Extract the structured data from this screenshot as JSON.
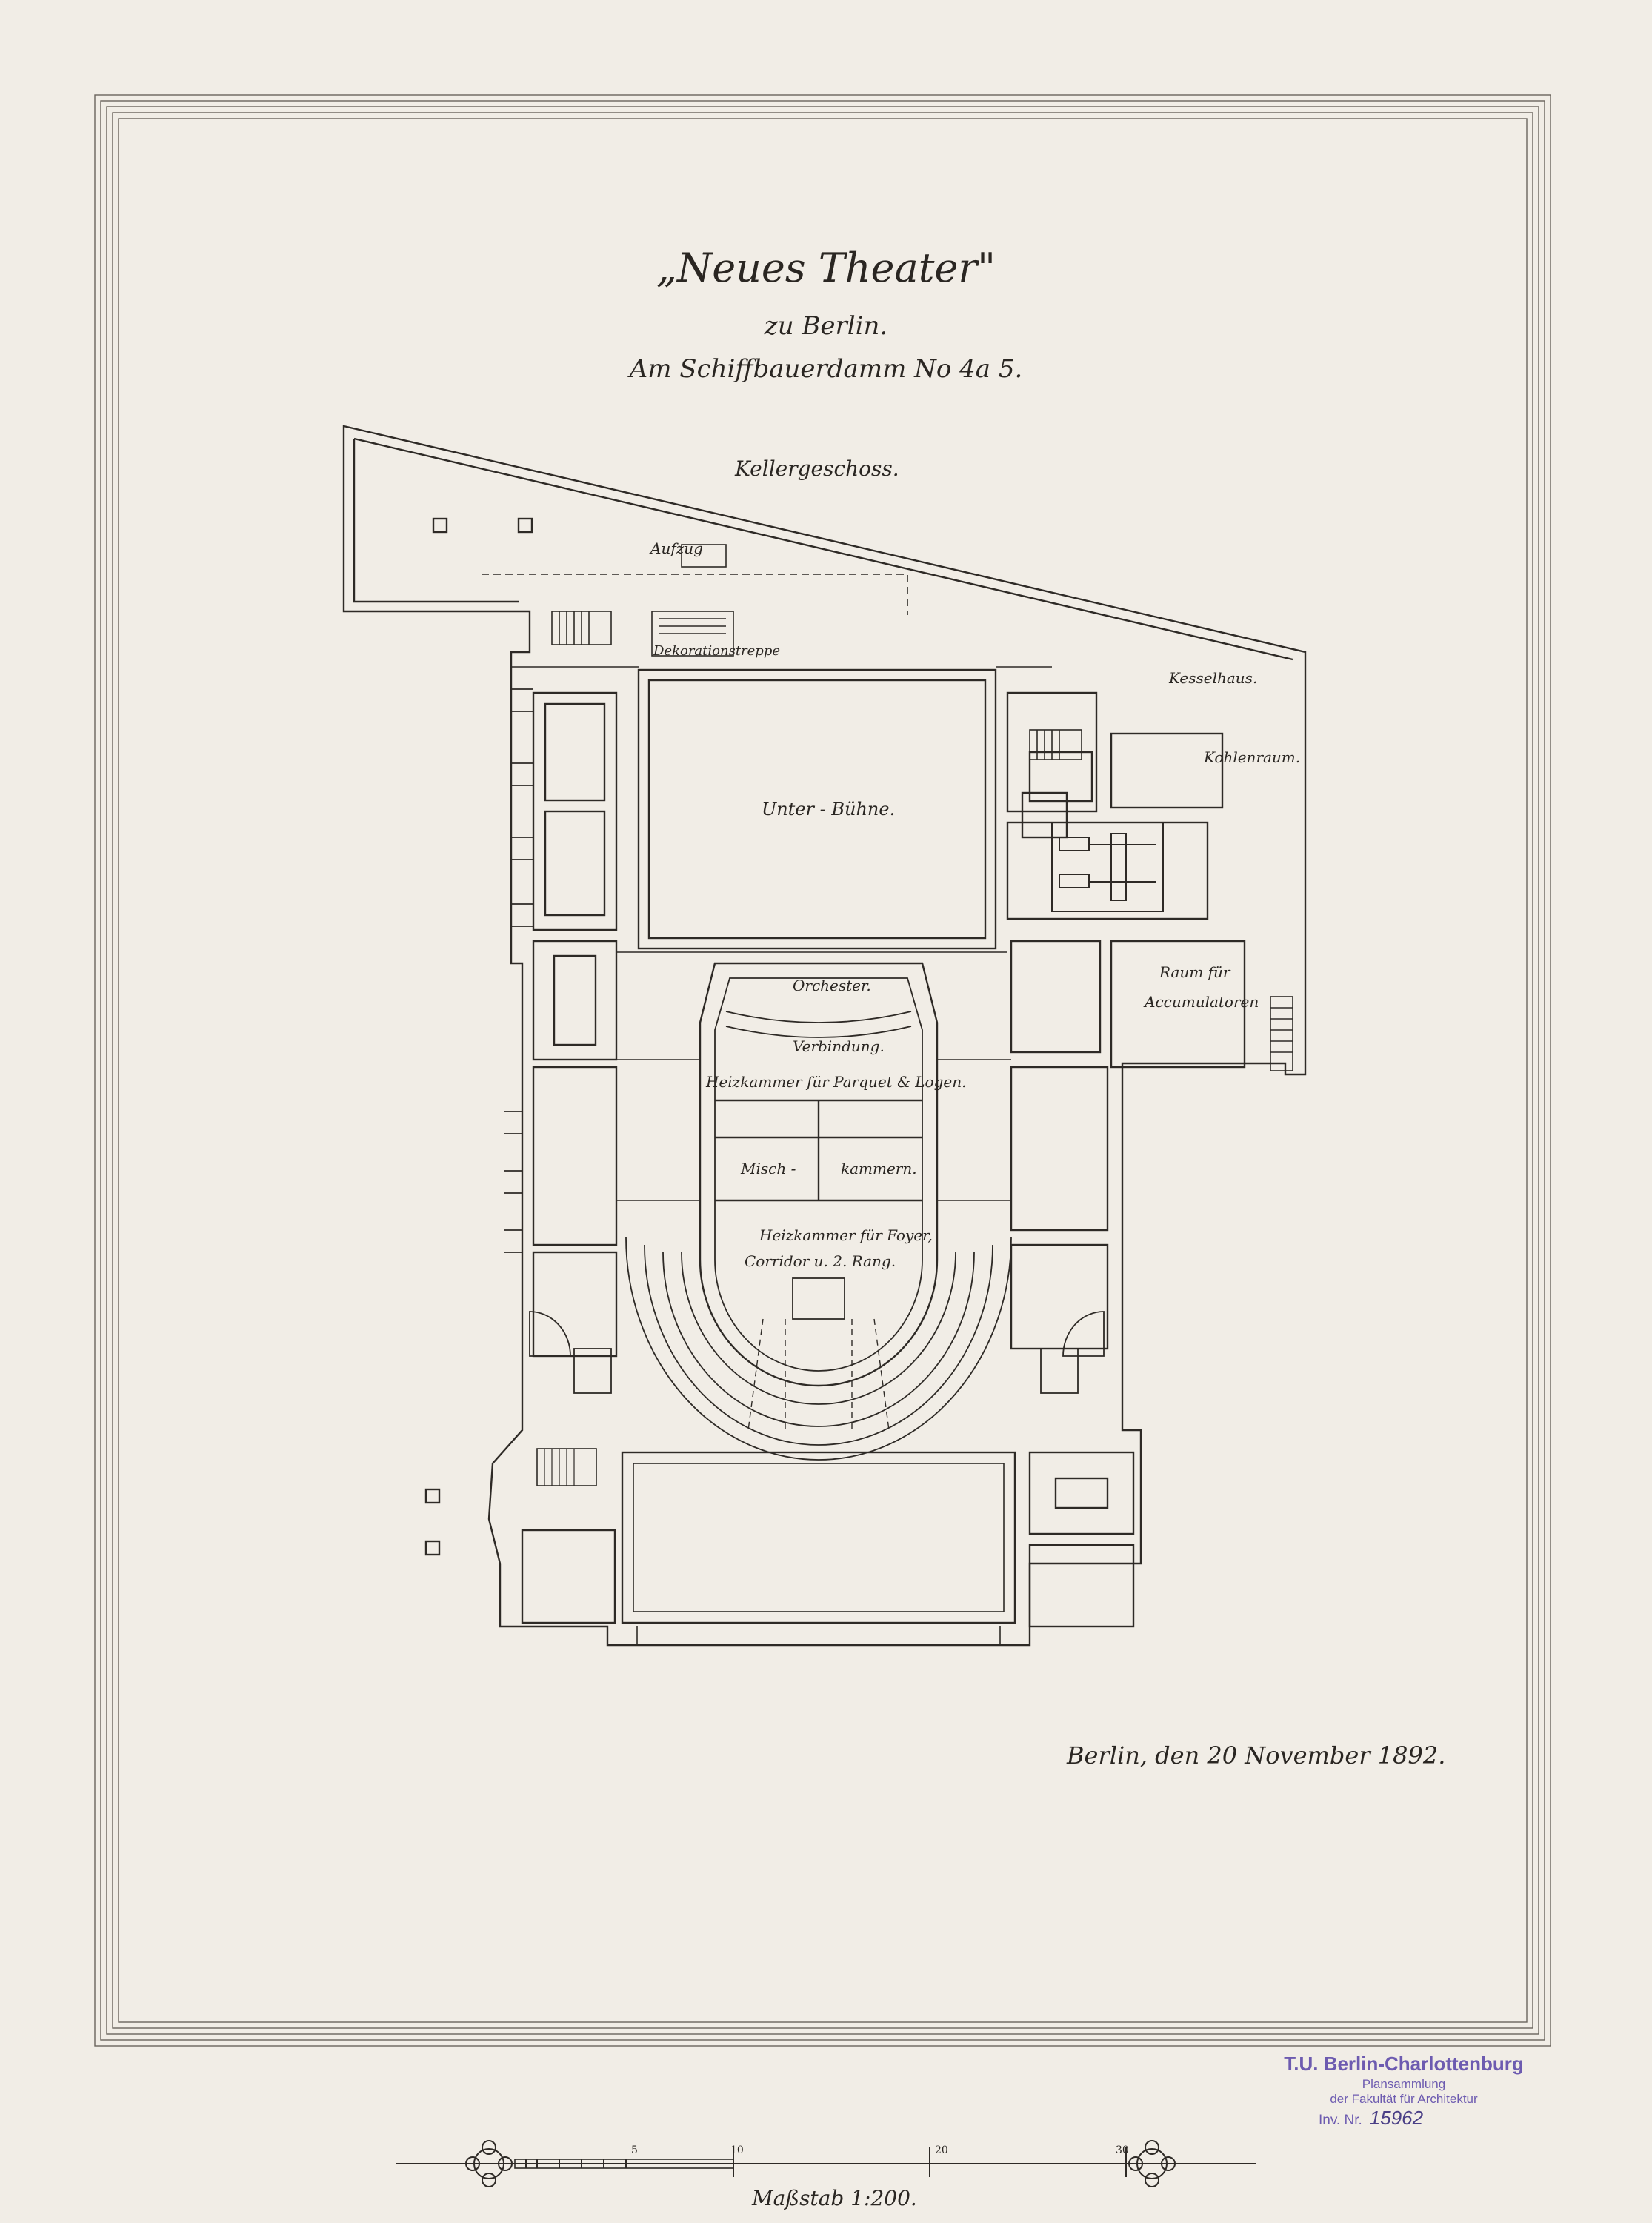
{
  "drawing": {
    "title": "„Neues Theater\"",
    "subtitle": "zu Berlin.",
    "address": "Am Schiffbauerdamm No 4a 5.",
    "floor": "Kellergeschoss.",
    "date": "Berlin, den 20 November 1892.",
    "scale_label": "Maßstab 1:200.",
    "scale_ticks": [
      "5",
      "10",
      "20",
      "30"
    ]
  },
  "rooms": {
    "aufzug": "Aufzug",
    "dekorationstreppe": "Dekorationstreppe",
    "kesselhaus": "Kesselhaus.",
    "kohlenraum": "Kohlenraum.",
    "unterbuehne": "Unter - Bühne.",
    "orchester": "Orchester.",
    "raum_fuer": "Raum für",
    "accumulatoren": "Accumulatoren",
    "verbindung": "Verbindung.",
    "heizkammer_parquet": "Heizkammer für Parquet & Logen.",
    "misch": "Misch -",
    "kammern": "kammern.",
    "heizkammer_foyer": "Heizkammer für Foyer,",
    "corridor": "Corridor u. 2. Rang."
  },
  "stamp": {
    "line1": "T.U. Berlin-Charlottenburg",
    "line2": "Plansammlung",
    "line3": "der Fakultät für Architektur",
    "inv_label": "Inv. Nr.",
    "inv_number": "15962"
  },
  "colors": {
    "paper": "#f1ede6",
    "ink": "#2a2622",
    "stamp": "#6d5bb0"
  }
}
